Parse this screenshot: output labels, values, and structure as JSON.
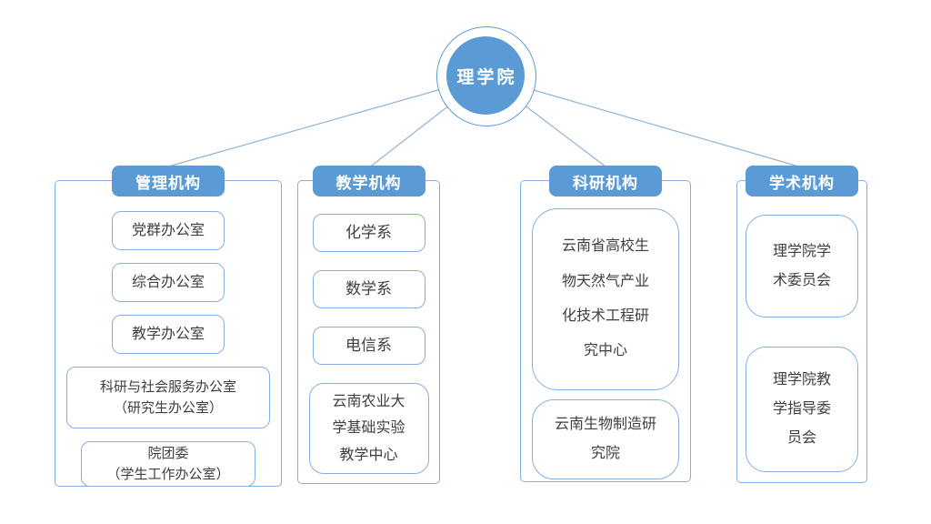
{
  "root": {
    "label": "理学院"
  },
  "colors": {
    "accent": "#5B9BD5",
    "connector_line": "#8FB4D9",
    "box_border": "#85B0DE",
    "text": "#3F3F3F"
  },
  "columns": [
    {
      "header": "管理机构",
      "items": [
        "党群办公室",
        "综合办公室",
        "教学办公室",
        "科研与社会服务办公室\n（研究生办公室）",
        "院团委\n（学生工作办公室）"
      ]
    },
    {
      "header": "教学机构",
      "items": [
        "化学系",
        "数学系",
        "电信系",
        "云南农业大学基础实验教学中心"
      ]
    },
    {
      "header": "科研机构",
      "items": [
        "云南省高校生物天然气产业化技术工程研究中心",
        "云南生物制造研究院"
      ]
    },
    {
      "header": "学术机构",
      "items": [
        "理学院学术委员会",
        "理学院教学指导委员会"
      ]
    }
  ]
}
